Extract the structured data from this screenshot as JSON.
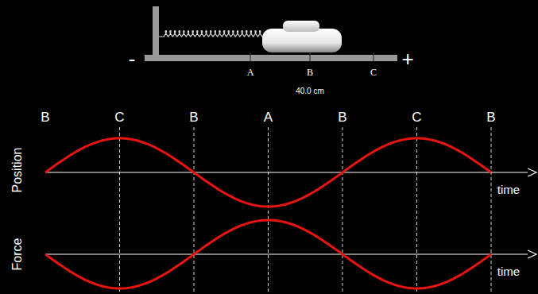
{
  "diagram": {
    "labels": [
      "-",
      "+",
      "A",
      "B",
      "C",
      "40.0 cm",
      "B",
      "C",
      "B",
      "A",
      "B",
      "C",
      "B",
      "Position",
      "time",
      "Force",
      "time"
    ]
  }
}
